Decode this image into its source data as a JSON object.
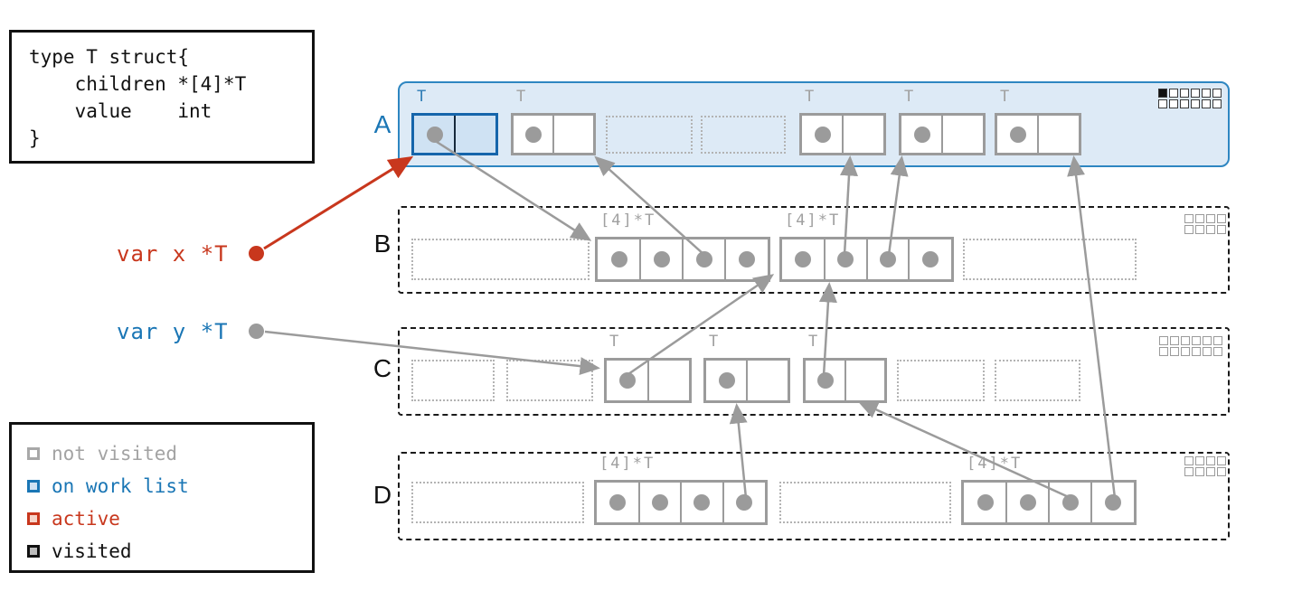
{
  "code_box": {
    "lines": [
      "type T struct{",
      "    children *[4]*T",
      "    value    int",
      "}"
    ]
  },
  "variables": [
    {
      "text": "var x *T",
      "color": "#c8371d",
      "state": "active"
    },
    {
      "text": "var y *T",
      "color": "#1a76b5",
      "state": "pointer"
    }
  ],
  "legend": {
    "items": [
      {
        "label": "not visited",
        "color": "#a3a3a3"
      },
      {
        "label": "on work list",
        "color": "#1a76b5"
      },
      {
        "label": "active",
        "color": "#c8371d"
      },
      {
        "label": "visited",
        "color": "#111111"
      }
    ]
  },
  "heap_rows": [
    {
      "label": "A",
      "state": "on work list",
      "bitmap": {
        "rows": 2,
        "cols": 6,
        "marked_cells": [
          0
        ]
      },
      "objects": [
        {
          "kind": "object",
          "type_label": "T",
          "cells": 2,
          "dot_cells": [
            0
          ],
          "state": "on work list"
        },
        {
          "kind": "object",
          "type_label": "T",
          "cells": 2,
          "dot_cells": [
            0
          ],
          "state": "not visited"
        },
        {
          "kind": "free-slot"
        },
        {
          "kind": "free-slot"
        },
        {
          "kind": "object",
          "type_label": "T",
          "cells": 2,
          "dot_cells": [
            0
          ],
          "state": "not visited"
        },
        {
          "kind": "object",
          "type_label": "T",
          "cells": 2,
          "dot_cells": [
            0
          ],
          "state": "not visited"
        },
        {
          "kind": "object",
          "type_label": "T",
          "cells": 2,
          "dot_cells": [
            0
          ],
          "state": "not visited"
        }
      ]
    },
    {
      "label": "B",
      "state": "normal",
      "bitmap": {
        "rows": 2,
        "cols": 4,
        "marked_cells": []
      },
      "objects": [
        {
          "kind": "free-slot"
        },
        {
          "kind": "array",
          "type_label": "[4]*T",
          "cells": 4,
          "dot_cells": [
            0,
            1,
            2,
            3
          ],
          "state": "not visited"
        },
        {
          "kind": "array",
          "type_label": "[4]*T",
          "cells": 4,
          "dot_cells": [
            0,
            1,
            2,
            3
          ],
          "state": "not visited"
        },
        {
          "kind": "free-slot"
        }
      ]
    },
    {
      "label": "C",
      "state": "normal",
      "bitmap": {
        "rows": 2,
        "cols": 6,
        "marked_cells": []
      },
      "objects": [
        {
          "kind": "free-slot"
        },
        {
          "kind": "free-slot"
        },
        {
          "kind": "object",
          "type_label": "T",
          "cells": 2,
          "dot_cells": [
            0
          ],
          "state": "not visited"
        },
        {
          "kind": "object",
          "type_label": "T",
          "cells": 2,
          "dot_cells": [
            0
          ],
          "state": "not visited"
        },
        {
          "kind": "object",
          "type_label": "T",
          "cells": 2,
          "dot_cells": [
            0
          ],
          "state": "not visited"
        },
        {
          "kind": "free-slot"
        },
        {
          "kind": "free-slot"
        }
      ]
    },
    {
      "label": "D",
      "state": "normal",
      "bitmap": {
        "rows": 2,
        "cols": 4,
        "marked_cells": []
      },
      "objects": [
        {
          "kind": "free-slot"
        },
        {
          "kind": "array",
          "type_label": "[4]*T",
          "cells": 4,
          "dot_cells": [
            0,
            1,
            2,
            3
          ],
          "state": "not visited"
        },
        {
          "kind": "free-slot"
        },
        {
          "kind": "array",
          "type_label": "[4]*T",
          "cells": 4,
          "dot_cells": [
            0,
            1,
            2,
            3
          ],
          "state": "not visited"
        }
      ]
    }
  ],
  "pointer_arrows": [
    {
      "name": "arrow-var-x-to-a-obj1",
      "from": "var x",
      "to": "A.object1",
      "color": "#c8371d"
    },
    {
      "name": "arrow-var-y-to-c-obj1",
      "from": "var y",
      "to": "C.object1",
      "color": "#9b9b9b"
    },
    {
      "name": "arrow-a-obj1-to-b-array1",
      "from": "A.object1.children",
      "to": "B.array1",
      "color": "#9b9b9b"
    },
    {
      "name": "arrow-b-array1-cell3-to-a-obj2",
      "from": "B.array1[2]",
      "to": "A.object2",
      "color": "#9b9b9b"
    },
    {
      "name": "arrow-b-array2-cell2-to-a-obj5",
      "from": "B.array2[1]",
      "to": "A.object5",
      "color": "#9b9b9b"
    },
    {
      "name": "arrow-b-array2-cell3-to-a-obj6",
      "from": "B.array2[2]",
      "to": "A.object6",
      "color": "#9b9b9b"
    },
    {
      "name": "arrow-c-obj1-to-b-array2",
      "from": "C.object1.children",
      "to": "B.array2",
      "color": "#9b9b9b"
    },
    {
      "name": "arrow-c-obj3-to-b-array2",
      "from": "C.object3.children",
      "to": "B.array2",
      "color": "#9b9b9b"
    },
    {
      "name": "arrow-d-array1-cell4-to-c-obj2",
      "from": "D.array1[3]",
      "to": "C.object2",
      "color": "#9b9b9b"
    },
    {
      "name": "arrow-d-array2-cell3-to-c-obj3",
      "from": "D.array2[2]",
      "to": "C.object3",
      "color": "#9b9b9b"
    },
    {
      "name": "arrow-d-array2-cell4-to-a-obj7",
      "from": "D.array2[3]",
      "to": "A.object7",
      "color": "#9b9b9b"
    }
  ]
}
